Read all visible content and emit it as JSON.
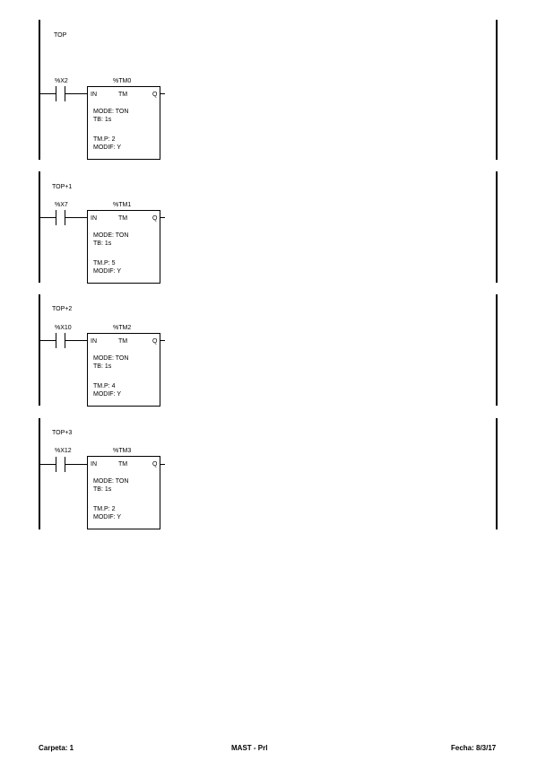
{
  "rungs": [
    {
      "label": "TOP",
      "contact": "%X2",
      "timer": "%TM0",
      "pin_in": "IN",
      "pin_tm": "TM",
      "pin_q": "Q",
      "mode": "MODE: TON",
      "tb": "TB:  1s",
      "preset": "TM.P: 2",
      "modif": "MODIF: Y"
    },
    {
      "label": "TOP+1",
      "contact": "%X7",
      "timer": "%TM1",
      "pin_in": "IN",
      "pin_tm": "TM",
      "pin_q": "Q",
      "mode": "MODE: TON",
      "tb": "TB:  1s",
      "preset": "TM.P: 5",
      "modif": "MODIF: Y"
    },
    {
      "label": "TOP+2",
      "contact": "%X10",
      "timer": "%TM2",
      "pin_in": "IN",
      "pin_tm": "TM",
      "pin_q": "Q",
      "mode": "MODE: TON",
      "tb": "TB:  1s",
      "preset": "TM.P: 4",
      "modif": "MODIF: Y"
    },
    {
      "label": "TOP+3",
      "contact": "%X12",
      "timer": "%TM3",
      "pin_in": "IN",
      "pin_tm": "TM",
      "pin_q": "Q",
      "mode": "MODE: TON",
      "tb": "TB:  1s",
      "preset": "TM.P: 2",
      "modif": "MODIF: Y"
    }
  ],
  "footer": {
    "folder": "Carpeta: 1",
    "section": "MAST - Prl",
    "date": "Fecha: 8/3/17"
  }
}
